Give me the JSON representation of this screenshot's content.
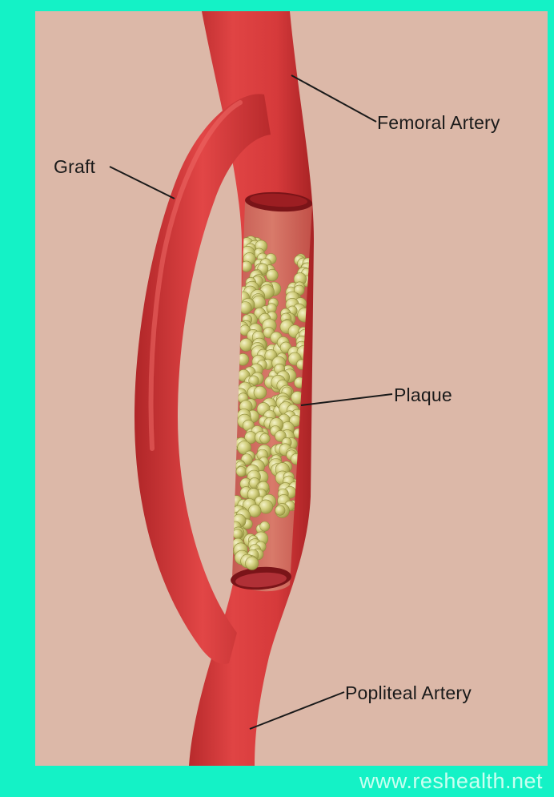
{
  "labels": {
    "femoral": "Femoral Artery",
    "graft": "Graft",
    "plaque": "Plaque",
    "popliteal": "Popliteal Artery"
  },
  "watermark": "www.reshealth.net",
  "colors": {
    "border": "#14f2c6",
    "background": "#dcb8a8",
    "artery": "#d83a3a",
    "plaque": "#c9c86a"
  }
}
